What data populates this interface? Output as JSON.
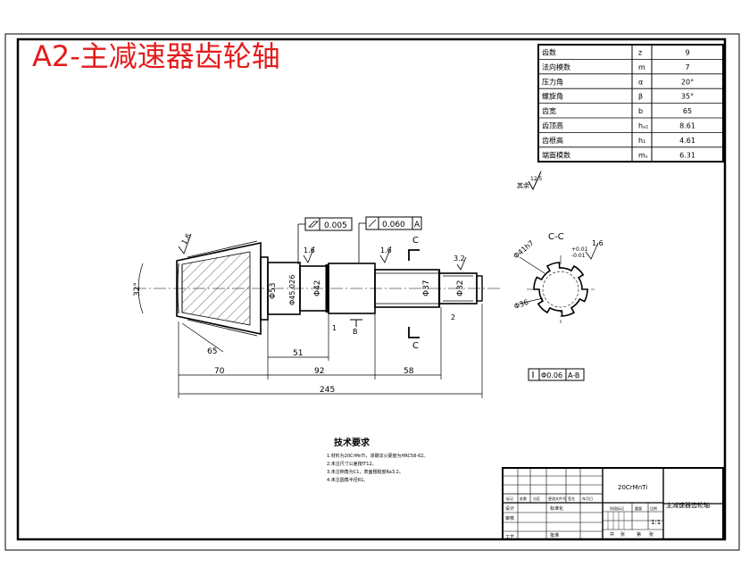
{
  "title": "A2-主减速器齿轮轴",
  "param_table": [
    {
      "name": "齿数",
      "sym": "z",
      "val": "9"
    },
    {
      "name": "法向模数",
      "sym": "m",
      "val": "7"
    },
    {
      "name": "压力角",
      "sym": "α",
      "val": "20°"
    },
    {
      "name": "螺旋角",
      "sym": "β",
      "val": "35°"
    },
    {
      "name": "齿宽",
      "sym": "b",
      "val": "65"
    },
    {
      "name": "齿顶高",
      "sym": "hₐ₁",
      "val": "8.61"
    },
    {
      "name": "齿根高",
      "sym": "h₁",
      "val": "4.61"
    },
    {
      "name": "端面模数",
      "sym": "mₛ",
      "val": "6.31"
    }
  ],
  "roughness_other": {
    "label": "其余",
    "value": "12.5"
  },
  "dimensions": {
    "cone_angle": "32°",
    "face_len": "65",
    "d53": "Φ53",
    "d45": "Φ45.026",
    "d42a": "Φ42",
    "d37": "Φ37",
    "d32": "Φ32",
    "len70": "70",
    "len51": "51",
    "len92": "92",
    "len58": "58",
    "len245": "245",
    "len2": "2",
    "len1": "1",
    "r16a": "1.6",
    "r16b": "1.6",
    "r16c": "1.6",
    "r16d": "1.6",
    "r32": "3.2"
  },
  "tolerances": {
    "flatness": "0.005",
    "runout": "0.060",
    "runout_ref": "A",
    "position": "Φ0.06",
    "position_ref": "A-B",
    "datum_b": "B"
  },
  "section": {
    "label": "C-C",
    "cut_top": "C",
    "cut_bottom": "C",
    "d_outer": "Φ41h7",
    "d_inner": "Φ36",
    "tol": "+0.01",
    "tol2": "-0.01"
  },
  "tech_req": {
    "heading": "技术要求",
    "lines": [
      "1.材料为20CrMnTi，渗碳淬火硬度为HRC58-62。",
      "2.未注尺寸公差按IT12。",
      "3.未注倒角为C1，表面粗糙度Ra3.2。",
      "4.未注圆角半径R1。"
    ]
  },
  "title_block": {
    "material": "20CrMnTi",
    "drawing_name": "主减速器齿轮轴",
    "scale": "1:1",
    "rev_headers": [
      "标记",
      "处数",
      "分区",
      "更改文件号",
      "签名",
      "年月日"
    ],
    "role_labels": [
      "设计",
      "审核",
      "工艺"
    ],
    "std_label": "标准化",
    "approve_label": "批准",
    "stage_headers": [
      "阶段标记",
      "重量",
      "比例"
    ],
    "sheet_labels": [
      "共",
      "张",
      "第",
      "张"
    ]
  }
}
